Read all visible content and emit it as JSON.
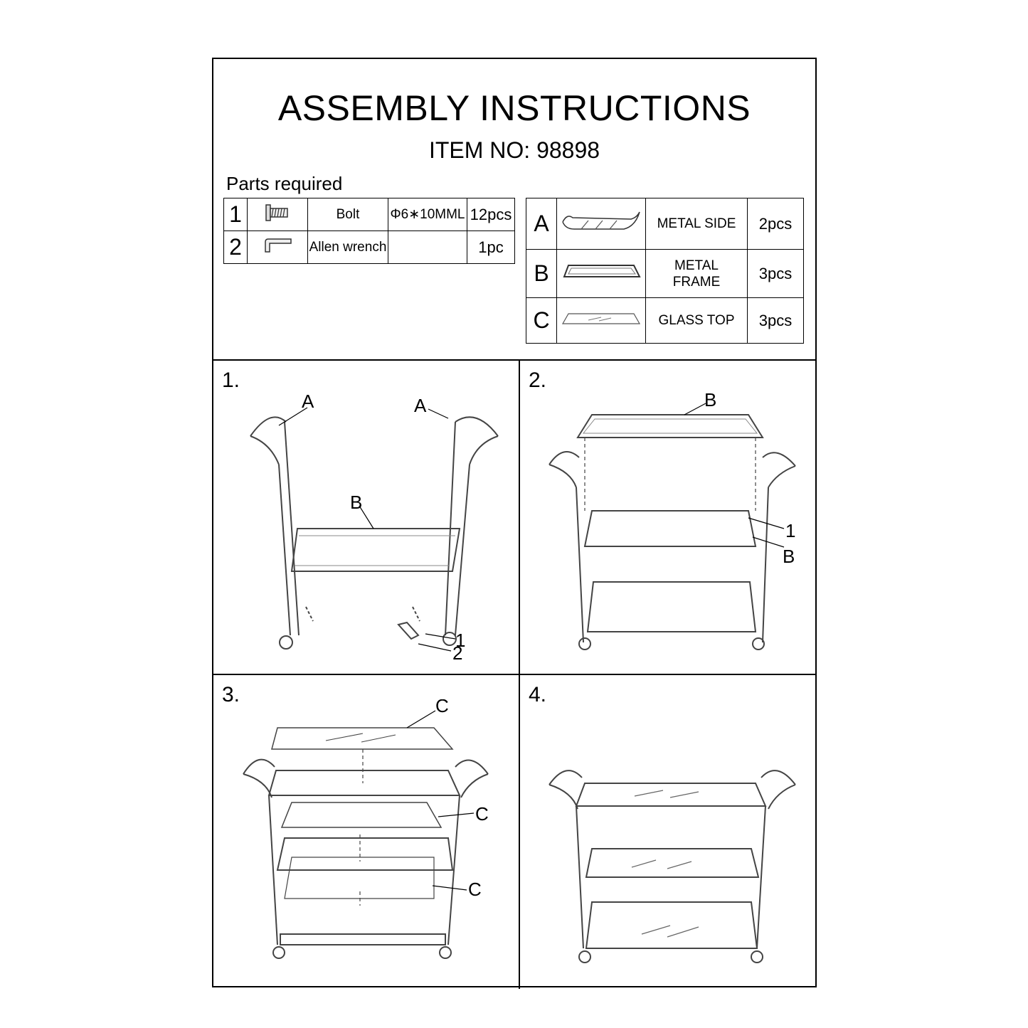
{
  "header": {
    "title": "ASSEMBLY INSTRUCTIONS",
    "item_no": "ITEM NO: 98898"
  },
  "parts_label": "Parts required",
  "hardware": [
    {
      "num": "1",
      "icon": "bolt-icon",
      "name": "Bolt",
      "spec": "Φ6∗10MML",
      "qty": "12pcs"
    },
    {
      "num": "2",
      "icon": "allen-wrench-icon",
      "name": "Allen wrench",
      "spec": "",
      "qty": "1pc"
    }
  ],
  "components": [
    {
      "letter": "A",
      "icon": "metal-side-icon",
      "name": "METAL SIDE",
      "qty": "2pcs"
    },
    {
      "letter": "B",
      "icon": "metal-frame-icon",
      "name": "METAL\nFRAME",
      "qty": "3pcs"
    },
    {
      "letter": "C",
      "icon": "glass-top-icon",
      "name": "GLASS TOP",
      "qty": "3pcs"
    }
  ],
  "steps": [
    {
      "num": "1.",
      "labels": {
        "a1": "A",
        "a2": "A",
        "b": "B",
        "bolt": "1",
        "wrench": "2"
      }
    },
    {
      "num": "2.",
      "labels": {
        "b_top": "B",
        "bolt": "1",
        "b_mid": "B"
      }
    },
    {
      "num": "3.",
      "labels": {
        "c1": "C",
        "c2": "C",
        "c3": "C"
      }
    },
    {
      "num": "4.",
      "labels": {}
    }
  ]
}
